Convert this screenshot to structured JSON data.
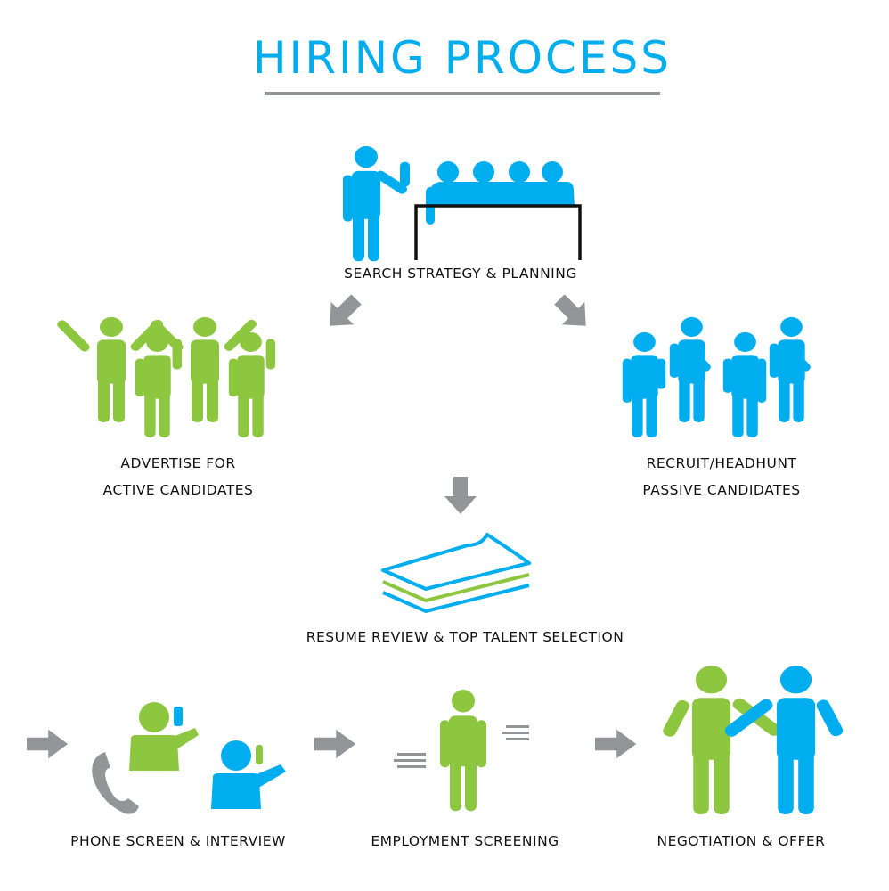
{
  "title": "HIRING PROCESS",
  "colors": {
    "blue": "#00aeef",
    "green": "#8dc63f",
    "gray": "#939598",
    "black": "#111111"
  },
  "steps": {
    "search": "SEARCH STRATEGY & PLANNING",
    "advertise": [
      "ADVERTISE FOR",
      "ACTIVE CANDIDATES"
    ],
    "recruit": [
      "RECRUIT/HEADHUNT",
      "PASSIVE CANDIDATES"
    ],
    "resume": "RESUME REVIEW & TOP TALENT SELECTION",
    "phone": "PHONE SCREEN & INTERVIEW",
    "screening": "EMPLOYMENT SCREENING",
    "offer": "NEGOTIATION & OFFER"
  },
  "icons": [
    "presenter-icon",
    "audience-icon",
    "arrow-icon",
    "crowd-icon",
    "paper-stack-icon",
    "phone-icon",
    "person-on-phone-icon",
    "handshake-icon"
  ]
}
